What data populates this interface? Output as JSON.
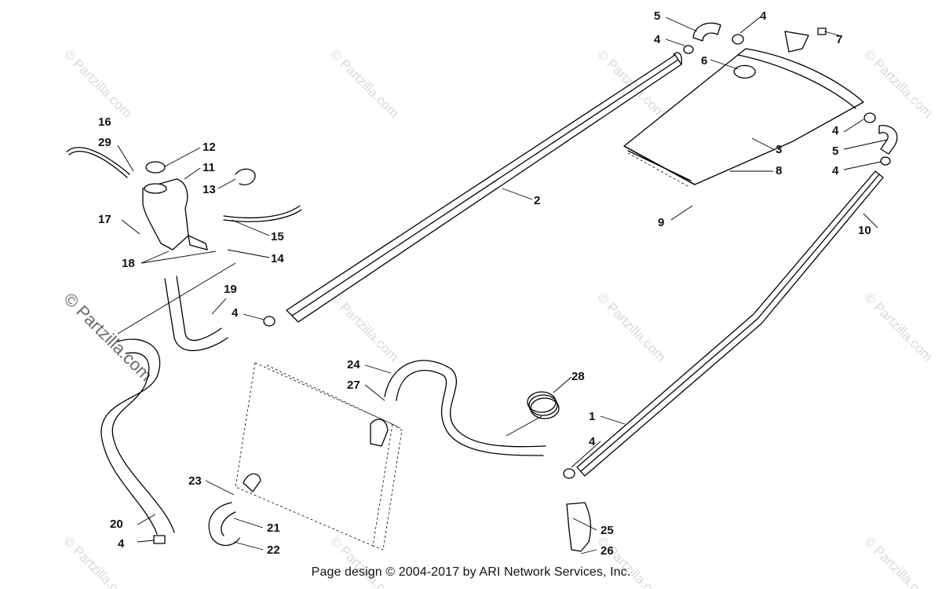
{
  "watermarks": {
    "small": "© Partzilla.com",
    "large": "© Partzilla.com"
  },
  "callouts": {
    "c1": "1",
    "c2": "2",
    "c3": "3",
    "c4a": "4",
    "c4b": "4",
    "c4c": "4",
    "c4d": "4",
    "c4e": "4",
    "c4f": "4",
    "c4g": "4",
    "c5a": "5",
    "c5b": "5",
    "c6": "6",
    "c7": "7",
    "c8": "8",
    "c9": "9",
    "c10": "10",
    "c11": "11",
    "c12": "12",
    "c13": "13",
    "c14": "14",
    "c15": "15",
    "c16": "16",
    "c17": "17",
    "c18": "18",
    "c19": "19",
    "c20": "20",
    "c21": "21",
    "c22": "22",
    "c23": "23",
    "c24": "24",
    "c25": "25",
    "c26": "26",
    "c27": "27",
    "c28": "28",
    "c29": "29"
  },
  "footer": "Page design © 2004-2017 by ARI Network Services, Inc."
}
